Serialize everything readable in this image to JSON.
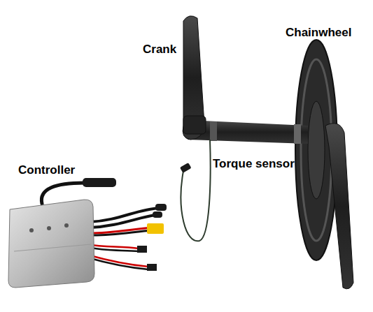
{
  "diagram": {
    "labels": [
      "Crank",
      "Chainwheel",
      "Controller",
      "Torque sensor"
    ]
  }
}
